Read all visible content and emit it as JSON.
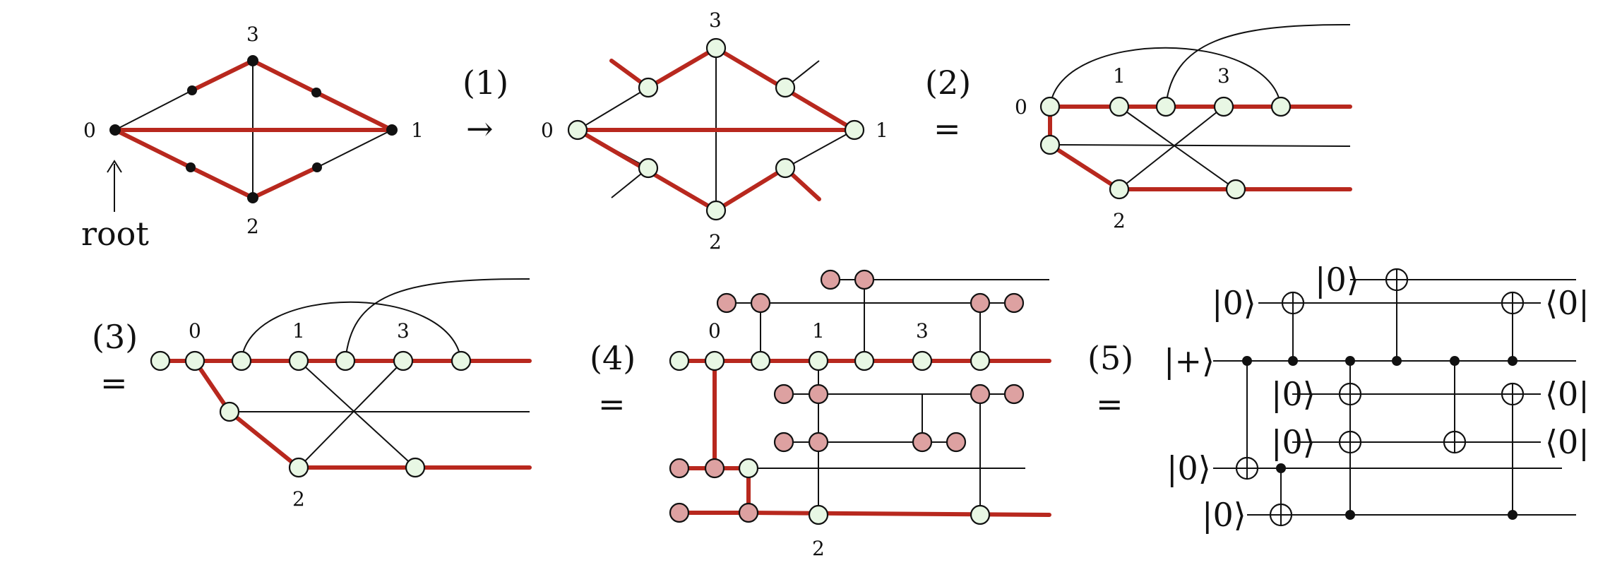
{
  "panel0": {
    "vertex_labels": [
      "0",
      "1",
      "2",
      "3"
    ],
    "root_label": "root"
  },
  "step_labels": [
    "(1)",
    "(2)",
    "(3)",
    "(4)",
    "(5)"
  ],
  "relations": {
    "arrow": "→",
    "equals": "="
  },
  "panel1": {
    "vertex_labels": [
      "0",
      "1",
      "2",
      "3"
    ]
  },
  "panel2": {
    "vertex_labels": [
      "0",
      "1",
      "3",
      "2"
    ]
  },
  "panel3": {
    "vertex_labels": [
      "0",
      "1",
      "3",
      "2"
    ]
  },
  "panel4": {
    "vertex_labels": [
      "0",
      "1",
      "3",
      "2"
    ]
  },
  "panel5": {
    "kets": [
      "|0⟩",
      "|0⟩",
      "|+⟩",
      "|0⟩",
      "|0⟩",
      "|0⟩",
      "|0⟩"
    ],
    "bras": [
      "⟨0|",
      "⟨0|",
      "⟨0|"
    ]
  },
  "colors": {
    "edge_red": "#b8281e",
    "node_green": "#e8f7e4",
    "node_red": "#dda1a1",
    "ink": "#111111"
  }
}
